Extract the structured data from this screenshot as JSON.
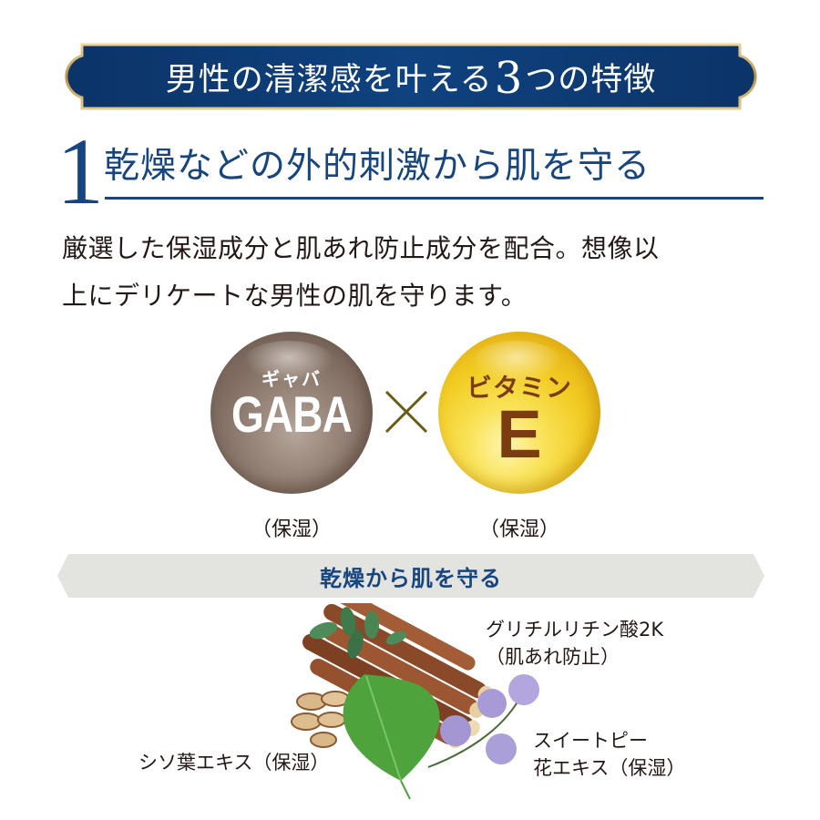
{
  "banner": {
    "title_before": "男性の清潔感を叶える",
    "title_number": "3",
    "title_after": "つの特徴",
    "colors": {
      "fill": "#0c3a72",
      "border": "#c9a861"
    }
  },
  "feature": {
    "number": "1",
    "title": "乾燥などの外的刺激から肌を守る",
    "color": "#16457f",
    "description_lines": [
      "厳選した保湿成分と肌あれ防止成分を配合。想像以",
      "上にデリケートな男性の肌を守ります。"
    ]
  },
  "ingredients_primary": [
    {
      "kana": "ギャバ",
      "name": "GABA",
      "role": "（保湿）",
      "color": "#8a776b"
    },
    {
      "kana": "ビタミン",
      "name": "E",
      "role": "（保湿）",
      "color": "#f1c929"
    }
  ],
  "combine_symbol": "×",
  "ribbon": {
    "label": "乾燥から肌を守る",
    "fill": "#e3e3e0"
  },
  "ingredients_secondary": [
    {
      "line1": "グリチルリチン酸2K",
      "line2": "（肌あれ防止）"
    },
    {
      "line1": "スイートピー",
      "line2": "花エキス（保湿）"
    },
    {
      "line1": "シソ葉エキス（保湿）"
    }
  ]
}
